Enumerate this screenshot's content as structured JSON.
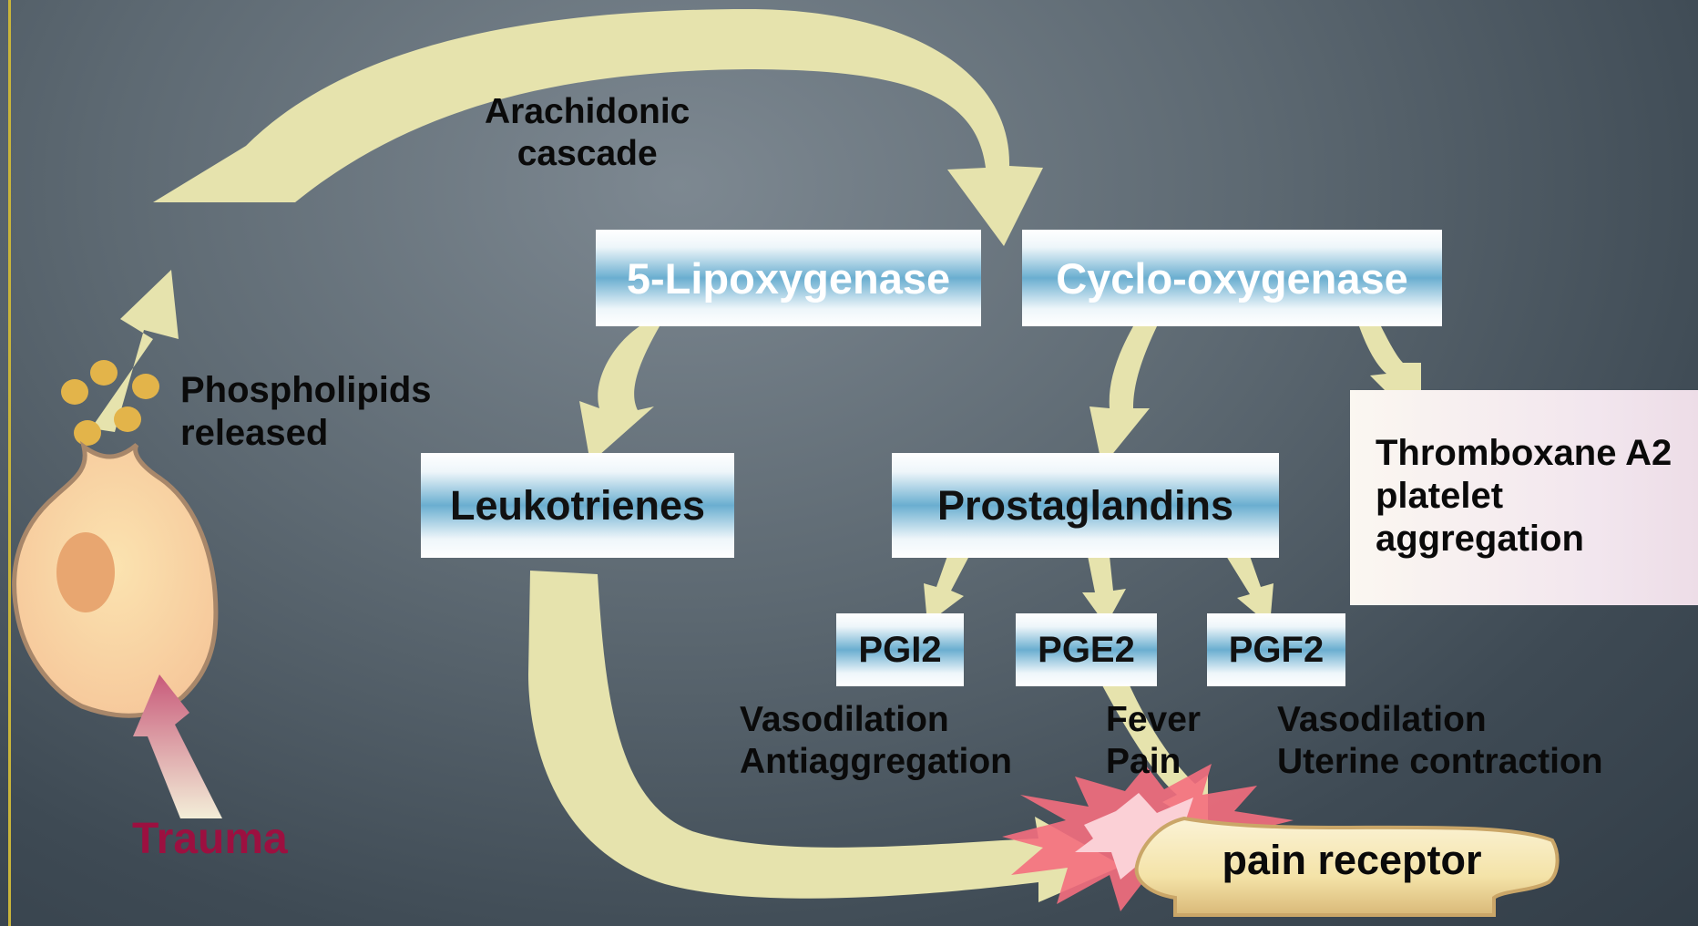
{
  "labels": {
    "arachidonic": "Arachidonic\ncascade",
    "phospholipids": "Phospholipids\nreleased",
    "trauma": "Trauma"
  },
  "enzymes": {
    "lipoxygenase": "5-Lipoxygenase",
    "cyclooxygenase": "Cyclo-oxygenase"
  },
  "products": {
    "leukotrienes": "Leukotrienes",
    "prostaglandins": "Prostaglandins",
    "thromboxane": "Thromboxane A2\nplatelet\naggregation"
  },
  "subtypes": [
    {
      "name": "PGI2",
      "effects": "Vasodilation\nAntiaggregation"
    },
    {
      "name": "PGE2",
      "effects": "Fever\nPain"
    },
    {
      "name": "PGF2",
      "effects": "Vasodilation\nUterine contraction"
    }
  ],
  "receptor": "pain receptor",
  "colors": {
    "arrow": "#e6e3ad",
    "box_blue": "#6aaed0",
    "enzyme_text": "#ffffff",
    "trauma_text": "#9c1040",
    "cell_fill": "#f8d49a",
    "burst": "#f0566a"
  }
}
